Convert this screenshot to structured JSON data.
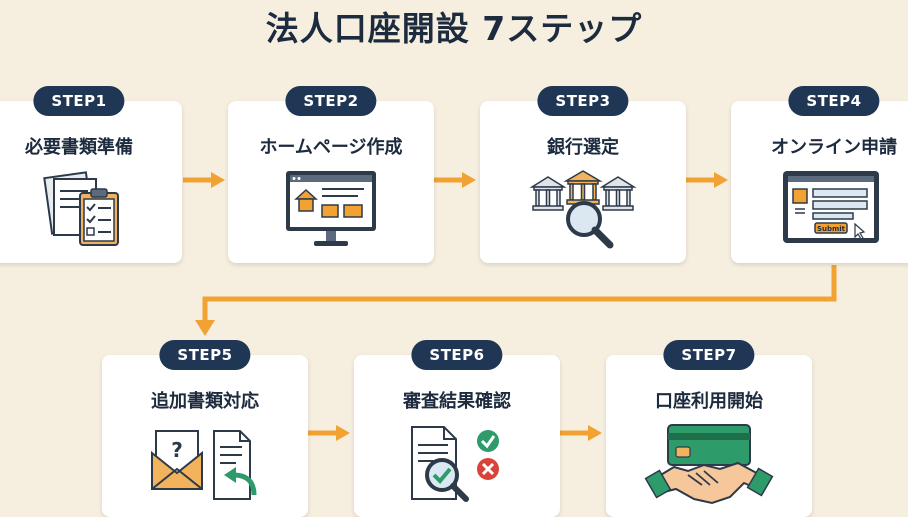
{
  "title": "法人口座開設 7ステップ",
  "steps": [
    {
      "label": "STEP1",
      "title": "必要書類準備"
    },
    {
      "label": "STEP2",
      "title": "ホームページ作成"
    },
    {
      "label": "STEP3",
      "title": "銀行選定"
    },
    {
      "label": "STEP4",
      "title": "オンライン申請"
    },
    {
      "label": "STEP5",
      "title": "追加書類対応"
    },
    {
      "label": "STEP6",
      "title": "審査結果確認"
    },
    {
      "label": "STEP7",
      "title": "口座利用開始"
    }
  ],
  "icons": {
    "step1": "documents-checklist-icon",
    "step2": "website-monitor-icon",
    "step3": "bank-magnifier-icon",
    "step4": "online-form-monitor-icon",
    "step5": "envelope-question-document-icon",
    "step6": "document-review-check-icon",
    "step7": "card-handshake-icon"
  },
  "submit_label": "Submit",
  "colors": {
    "accent": "#f2a232",
    "navy": "#1f3654",
    "background": "#f6efdf",
    "green": "#2e9b6b",
    "red": "#d9443a"
  }
}
